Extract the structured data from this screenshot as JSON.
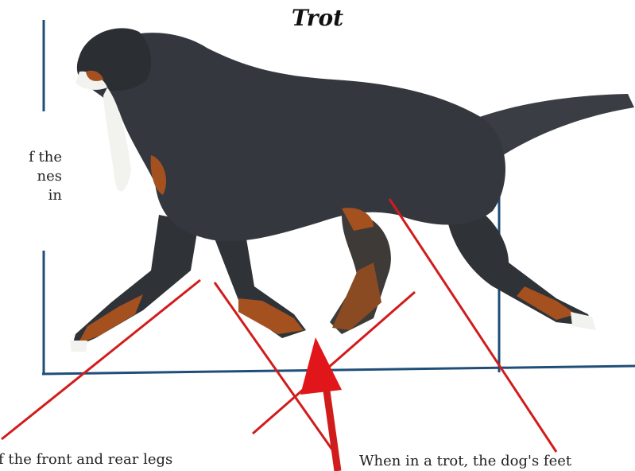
{
  "title": "Trot",
  "captions": {
    "left_lines": [
      "f the",
      "nes",
      "in"
    ],
    "bottom_left": "f the front and rear legs",
    "bottom_right": "When in a trot, the dog's feet"
  },
  "colors": {
    "frame_lines": "#1f4e79",
    "annotation_lines": "#d11c1c",
    "dog_body": "#34383e",
    "dog_rust": "#a4501f",
    "dog_white": "#f2f2ee"
  }
}
